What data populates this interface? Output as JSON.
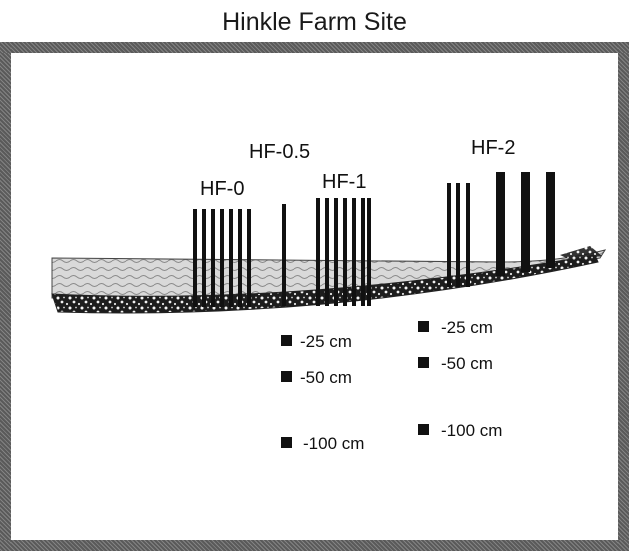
{
  "title": "Hinkle Farm Site",
  "sites": [
    {
      "label": "HF-0"
    },
    {
      "label": "HF-0.5"
    },
    {
      "label": "HF-1"
    },
    {
      "label": "HF-2"
    }
  ],
  "legend_left": [
    {
      "label": "-25 cm"
    },
    {
      "label": "-50 cm"
    },
    {
      "label": "-100 cm"
    }
  ],
  "legend_right": [
    {
      "label": "-25 cm"
    },
    {
      "label": "-50 cm"
    },
    {
      "label": "-100 cm"
    }
  ]
}
